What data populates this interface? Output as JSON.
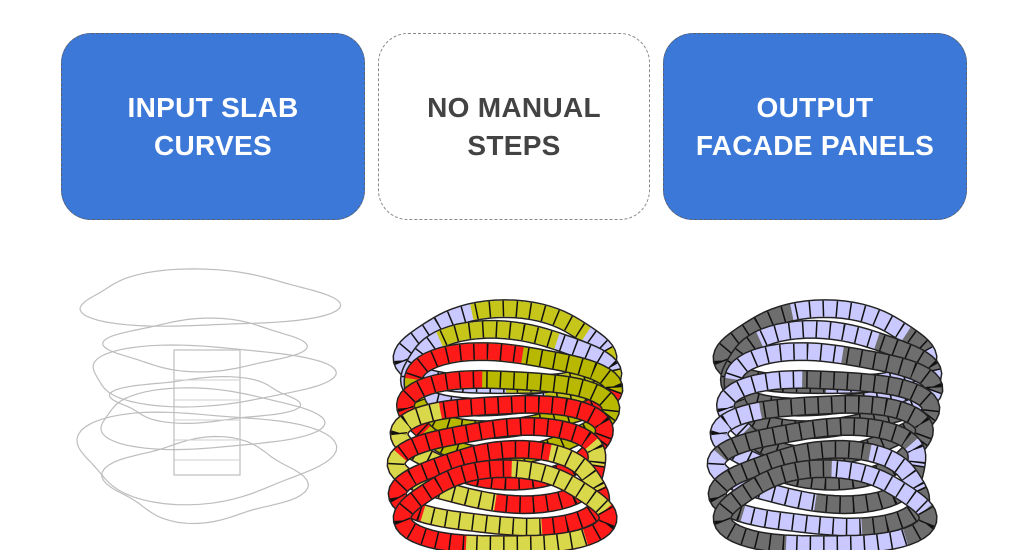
{
  "steps": [
    {
      "label": "INPUT SLAB CURVES",
      "style": "filled"
    },
    {
      "label": "NO MANUAL STEPS",
      "style": "outline"
    },
    {
      "label": "OUTPUT FACADE PANELS",
      "style": "filled"
    }
  ],
  "colors": {
    "accent": "#3b78d8",
    "text_dark": "#434343",
    "panel_lavender": "#c9c9ff",
    "panel_grey": "#6e6e6e",
    "panel_red": "#ff1a1a",
    "panel_olive": "#b8b800"
  }
}
